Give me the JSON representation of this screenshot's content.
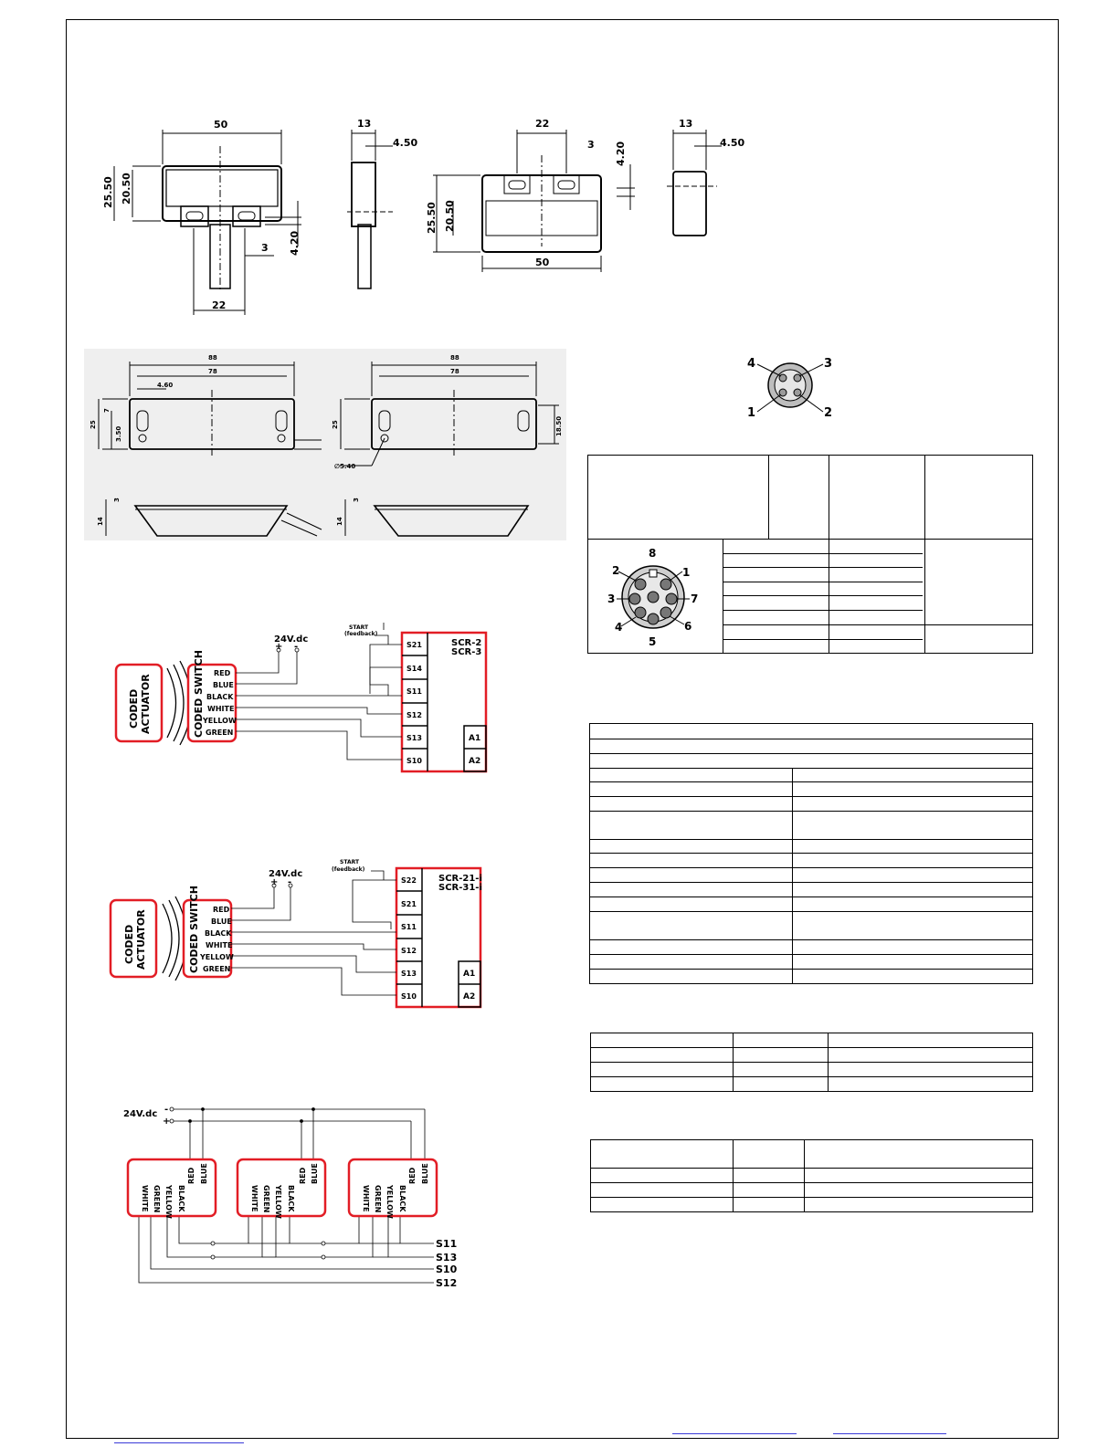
{
  "dimensions": {
    "top_view_a": {
      "width": "50",
      "height_outer": "25.50",
      "height_inner": "20.50",
      "hole": "3",
      "offset": "4.20",
      "spacing": "22"
    },
    "side_view_a": {
      "depth": "13",
      "step": "4.50"
    },
    "top_view_b": {
      "spacing": "22",
      "hole": "3",
      "offset": "4.20",
      "height_outer": "25.50",
      "height_inner": "20.50",
      "width": "50"
    },
    "side_view_b": {
      "depth": "13",
      "step": "4.50"
    },
    "long_view_a": {
      "overall": "88",
      "hole_pitch": "78",
      "edge": "4.60",
      "height": "25",
      "upper": "7",
      "lower": "3.50",
      "thickness": "14",
      "lip": "3"
    },
    "long_view_b": {
      "overall": "88",
      "hole_pitch": "78",
      "height": "25",
      "side": "18.50",
      "hole_dia": "∅5.40",
      "thickness": "14",
      "lip": "3"
    }
  },
  "connector_4pin": {
    "pins": [
      "1",
      "2",
      "3",
      "4"
    ]
  },
  "connector_8pin": {
    "pins": [
      "1",
      "2",
      "3",
      "4",
      "5",
      "6",
      "7",
      "8"
    ]
  },
  "wiring_1": {
    "actuator": [
      "CODED",
      "ACTUATOR"
    ],
    "switch": "CODED SWITCH",
    "supply": "24V.dc",
    "plus": "+",
    "minus": "-",
    "wires": [
      "RED",
      "BLUE",
      "BLACK",
      "WHITE",
      "YELLOW",
      "GREEN"
    ],
    "start": [
      "START",
      "(feedback)"
    ],
    "terminals": [
      "S21",
      "S14",
      "S11",
      "S12",
      "S13",
      "S10"
    ],
    "aux": [
      "A1",
      "A2"
    ],
    "relay": [
      "SCR-2",
      "SCR-3"
    ]
  },
  "wiring_2": {
    "actuator": [
      "CODED",
      "ACTUATOR"
    ],
    "switch": "CODED SWITCH",
    "supply": "24V.dc",
    "plus": "+",
    "minus": "-",
    "wires": [
      "RED",
      "BLUE",
      "BLACK",
      "WHITE",
      "YELLOW",
      "GREEN"
    ],
    "start": [
      "START",
      "(feedback)"
    ],
    "terminals": [
      "S22",
      "S21",
      "S11",
      "S12",
      "S13",
      "S10"
    ],
    "aux": [
      "A1",
      "A2"
    ],
    "relay": [
      "SCR-21-i",
      "SCR-31-i"
    ]
  },
  "wiring_3": {
    "supply": "24V.dc",
    "minus": "-",
    "plus": "+",
    "wires": [
      "WHITE",
      "GREEN",
      "YELLOW",
      "BLACK",
      "RED",
      "BLUE"
    ],
    "outputs": [
      "S11",
      "S13",
      "S10",
      "S12"
    ]
  }
}
